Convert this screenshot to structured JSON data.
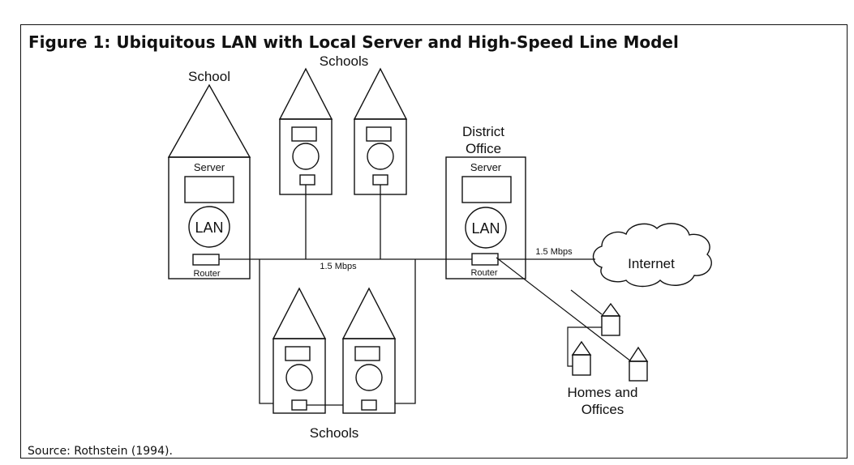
{
  "figure": {
    "title": "Figure 1: Ubiquitous LAN with Local Server and High-Speed Line Model",
    "source": "Source: Rothstein (1994)."
  },
  "labels": {
    "school": "School",
    "schools_top": "Schools",
    "schools_bottom": "Schools",
    "district_line1": "District",
    "district_line2": "Office",
    "server_left": "Server",
    "server_district": "Server",
    "lan_left": "LAN",
    "lan_district": "LAN",
    "router_left": "Router",
    "router_district": "Router",
    "speed_backbone": "1.5 Mbps",
    "speed_internet": "1.5 Mbps",
    "internet": "Internet",
    "homes_line1": "Homes and",
    "homes_line2": "Offices"
  }
}
